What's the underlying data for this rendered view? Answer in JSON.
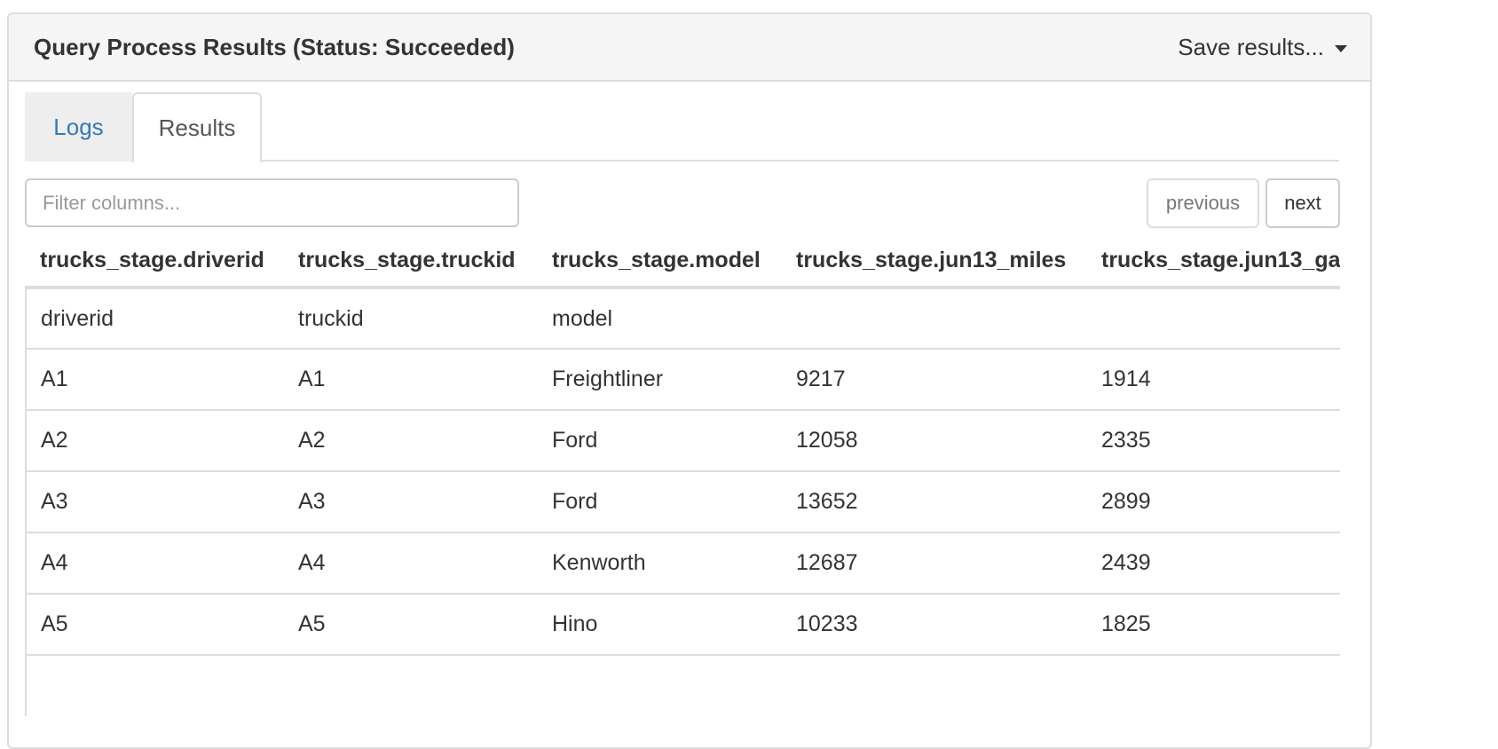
{
  "panel": {
    "title": "Query Process Results (Status: Succeeded)",
    "save_label": "Save results..."
  },
  "tabs": [
    {
      "label": "Logs",
      "active": false
    },
    {
      "label": "Results",
      "active": true
    }
  ],
  "filter": {
    "placeholder": "Filter columns...",
    "value": ""
  },
  "pager": {
    "previous_label": "previous",
    "next_label": "next"
  },
  "table": {
    "columns": [
      "trucks_stage.driverid",
      "trucks_stage.truckid",
      "trucks_stage.model",
      "trucks_stage.jun13_miles",
      "trucks_stage.jun13_ga"
    ],
    "rows": [
      [
        "driverid",
        "truckid",
        "model",
        "",
        ""
      ],
      [
        "A1",
        "A1",
        "Freightliner",
        "9217",
        "1914"
      ],
      [
        "A2",
        "A2",
        "Ford",
        "12058",
        "2335"
      ],
      [
        "A3",
        "A3",
        "Ford",
        "13652",
        "2899"
      ],
      [
        "A4",
        "A4",
        "Kenworth",
        "12687",
        "2439"
      ],
      [
        "A5",
        "A5",
        "Hino",
        "10233",
        "1825"
      ],
      [
        "",
        "",
        "",
        "",
        ""
      ]
    ]
  },
  "colors": {
    "link": "#337ab7",
    "border": "#dddddd",
    "heading_bg": "#f5f5f5"
  }
}
